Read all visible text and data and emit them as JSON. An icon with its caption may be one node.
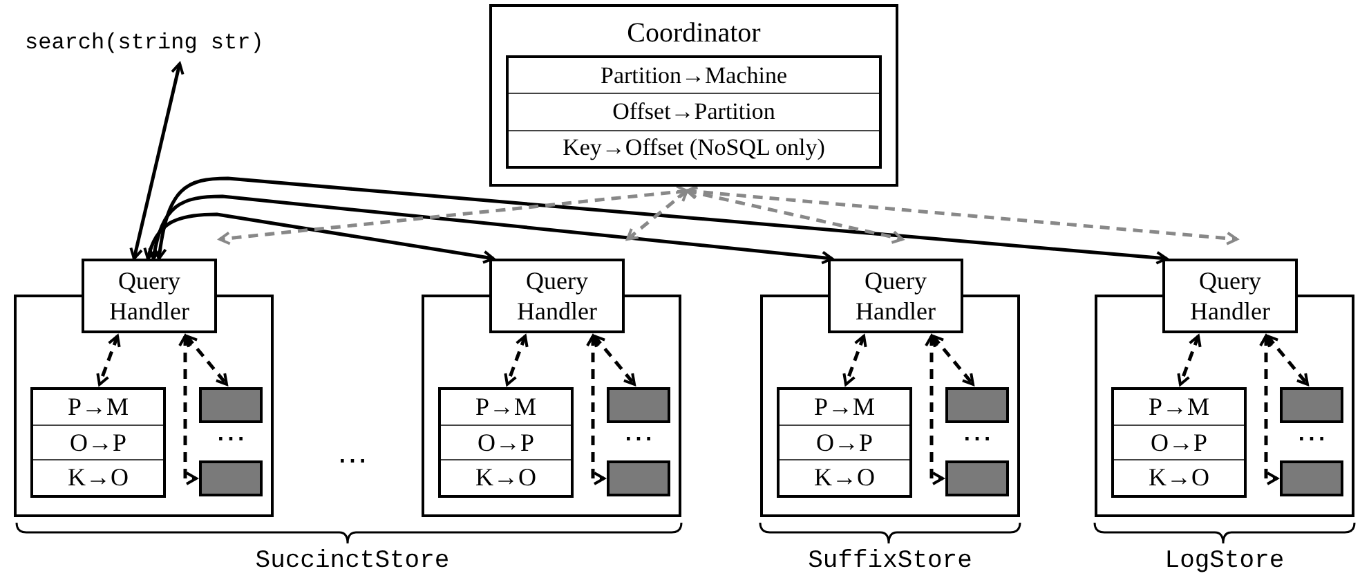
{
  "diagram": {
    "nodes": [
      {
        "text": [
          "Coordinator"
        ]
      },
      {
        "text": [
          "Partition→Machine",
          "Offset→Partition",
          "Key→Offset (NoSQL only)"
        ],
        "in": 0
      },
      {
        "text": [
          "search(string str)"
        ]
      },
      {
        "text": [],
        "shape": "box"
      },
      {
        "text": [
          "Query Handler"
        ]
      },
      {
        "text": [
          "P→M",
          "O→P",
          "K→O"
        ],
        "in": 3
      },
      {
        "text": [],
        "shape": "bar",
        "in": 3
      },
      {
        "text": [],
        "shape": "bar",
        "in": 3
      },
      {
        "text": [],
        "shape": "box"
      },
      {
        "text": [
          "Query Handler"
        ]
      },
      {
        "text": [
          "P→M",
          "O→P",
          "K→O"
        ],
        "in": 8
      },
      {
        "text": [],
        "shape": "bar",
        "in": 8
      },
      {
        "text": [],
        "shape": "bar",
        "in": 8
      },
      {
        "text": [],
        "shape": "box"
      },
      {
        "text": [
          "Query Handler"
        ]
      },
      {
        "text": [
          "P→M",
          "O→P",
          "K→O"
        ],
        "in": 13
      },
      {
        "text": [],
        "shape": "bar",
        "in": 13
      },
      {
        "text": [],
        "shape": "bar",
        "in": 13
      },
      {
        "text": [],
        "shape": "box"
      },
      {
        "text": [
          "Query Handler"
        ]
      },
      {
        "text": [
          "P→M",
          "O→P",
          "K→O"
        ],
        "in": 18
      },
      {
        "text": [],
        "shape": "bar",
        "in": 18
      },
      {
        "text": [],
        "shape": "bar",
        "in": 18
      }
    ],
    "edges": [
      {
        "from": 2,
        "to": 4,
        "arrow": "both"
      },
      {
        "from": 4,
        "to": 9,
        "arrow": "both"
      },
      {
        "from": 4,
        "to": 14,
        "arrow": "both"
      },
      {
        "from": 4,
        "to": 19,
        "arrow": "both"
      },
      {
        "from": 0,
        "to": 4,
        "arrow": "both",
        "style": "dashed",
        "color": "#888888"
      },
      {
        "from": 0,
        "to": 9,
        "arrow": "both",
        "style": "dashed",
        "color": "#888888"
      },
      {
        "from": 0,
        "to": 14,
        "arrow": "both",
        "style": "dashed",
        "color": "#888888"
      },
      {
        "from": 0,
        "to": 19,
        "arrow": "both",
        "style": "dashed",
        "color": "#888888"
      },
      {
        "from": 4,
        "to": 5,
        "arrow": "both",
        "style": "dashed"
      },
      {
        "from": 4,
        "to": 6,
        "arrow": "both",
        "style": "dashed"
      },
      {
        "from": 4,
        "to": 7,
        "arrow": "both",
        "style": "dashed"
      },
      {
        "from": 9,
        "to": 10,
        "arrow": "both",
        "style": "dashed"
      },
      {
        "from": 9,
        "to": 11,
        "arrow": "both",
        "style": "dashed"
      },
      {
        "from": 9,
        "to": 12,
        "arrow": "both",
        "style": "dashed"
      },
      {
        "from": 14,
        "to": 15,
        "arrow": "both",
        "style": "dashed"
      },
      {
        "from": 14,
        "to": 16,
        "arrow": "both",
        "style": "dashed"
      },
      {
        "from": 14,
        "to": 17,
        "arrow": "both",
        "style": "dashed"
      },
      {
        "from": 19,
        "to": 20,
        "arrow": "both",
        "style": "dashed"
      },
      {
        "from": 19,
        "to": 21,
        "arrow": "both",
        "style": "dashed"
      },
      {
        "from": 19,
        "to": 22,
        "arrow": "both",
        "style": "dashed"
      }
    ],
    "labels": [
      "⋯",
      "⋯",
      "⋯",
      "⋯",
      "⋯",
      "SuccinctStore",
      "SuffixStore",
      "LogStore"
    ]
  }
}
